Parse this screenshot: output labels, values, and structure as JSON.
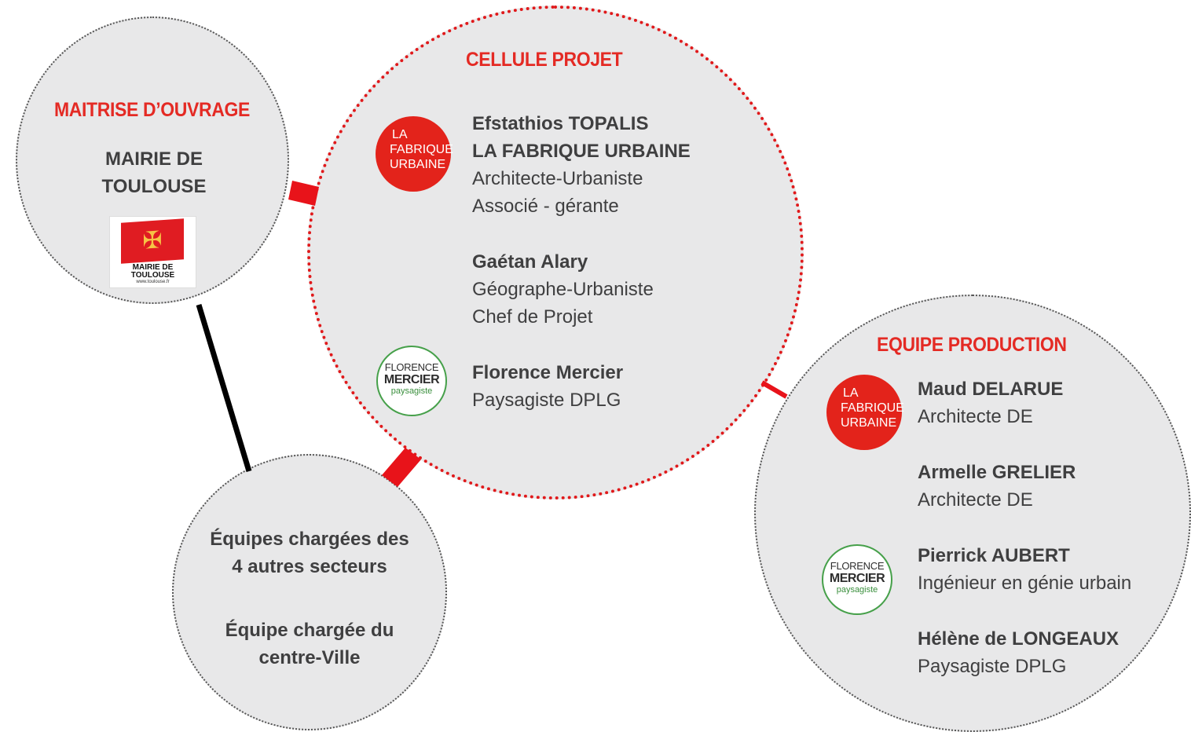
{
  "maitrise": {
    "title": "MAITRISE D’OUVRAGE",
    "name_line1": "MAIRIE DE",
    "name_line2": "TOULOUSE",
    "logo": {
      "line1": "MAIRIE DE",
      "line2": "TOULOUSE",
      "url": "www.toulouse.fr",
      "icon": "occitan-cross-icon"
    }
  },
  "cellule": {
    "title": "CELLULE PROJET",
    "members": [
      {
        "lines_bold": [
          "Efstathios TOPALIS",
          "LA FABRIQUE URBAINE"
        ],
        "lines": [
          "Architecte-Urbaniste",
          "Associé - gérante"
        ]
      },
      {
        "lines_bold": [
          "Gaétan Alary"
        ],
        "lines": [
          "Géographe-Urbaniste",
          "Chef de Projet"
        ]
      },
      {
        "lines_bold": [
          "Florence Mercier"
        ],
        "lines": [
          "Paysagiste DPLG"
        ]
      }
    ]
  },
  "equipe": {
    "title": "EQUIPE PRODUCTION",
    "members": [
      {
        "name": "Maud DELARUE",
        "role": "Architecte DE"
      },
      {
        "name": "Armelle GRELIER",
        "role": "Architecte DE"
      },
      {
        "name": "Pierrick AUBERT",
        "role": "Ingénieur en génie urbain"
      },
      {
        "name": "Hélène de LONGEAUX",
        "role": "Paysagiste DPLG"
      }
    ]
  },
  "secteurs": {
    "line1": "Équipes chargées des",
    "line2": "4 autres secteurs",
    "line3": "Équipe chargée du",
    "line4": "centre-Ville"
  },
  "logos": {
    "fabrique": {
      "line1": "LA",
      "line2": "FABRIQUE",
      "line3": "URBAINE"
    },
    "mercier": {
      "line1": "FLORENCE",
      "line2": "MERCIER",
      "line3": "paysagiste"
    }
  },
  "colors": {
    "accent_red": "#e42a24",
    "circle_fill": "#e8e8e9",
    "text": "#3f3f40",
    "mercier_green": "#46a04a"
  }
}
